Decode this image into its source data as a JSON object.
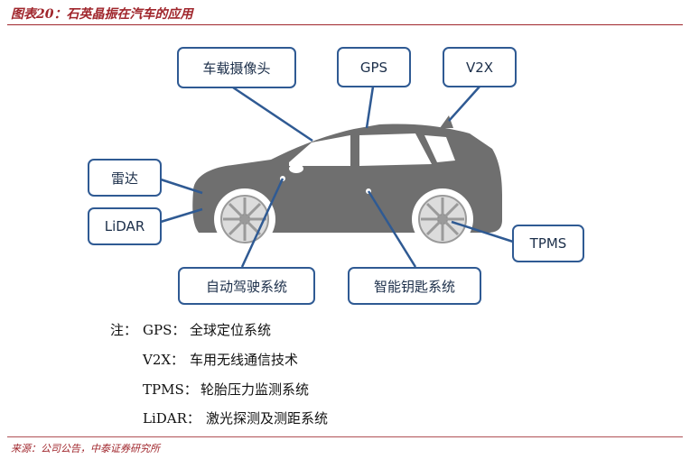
{
  "header": {
    "title": "图表20：石英晶振在汽车的应用"
  },
  "labels": {
    "camera": "车载摄像头",
    "gps": "GPS",
    "v2x": "V2X",
    "radar": "雷达",
    "lidar": "LiDAR",
    "autodrive": "自动驾驶系统",
    "smartkey": "智能钥匙系统",
    "tpms": "TPMS"
  },
  "notes": {
    "prefix": "注：",
    "items": [
      {
        "term": "GPS：",
        "desc": "全球定位系统"
      },
      {
        "term": "V2X：",
        "desc": "车用无线通信技术"
      },
      {
        "term": "TPMS：",
        "desc": "轮胎压力监测系统"
      },
      {
        "term": "LiDAR：",
        "desc": "激光探测及测距系统"
      }
    ]
  },
  "footer": {
    "source": "来源：公司公告，中泰证券研究所"
  },
  "colors": {
    "accent": "#a0262c",
    "box_border": "#2f5a93",
    "car": "#6f6f6f"
  }
}
